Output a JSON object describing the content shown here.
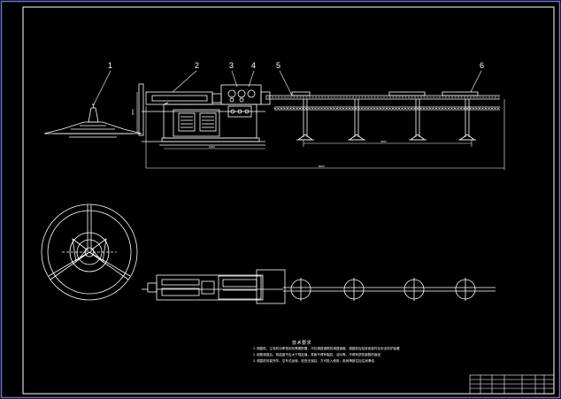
{
  "drawing": {
    "callouts": [
      "1",
      "2",
      "3",
      "4",
      "5",
      "6"
    ],
    "notes": {
      "title": "技术要求",
      "lines": [
        "1. 调直机，主电机功率按实际需要配置，冷拉调直钢筋的调直速度，调直前应检查各部件及安全防护装置",
        "2. 钢筋调直后，弯曲度不应大于规定值，表面不得有裂纹、油污等，不得有损伤钢筋的痕迹",
        "3. 调直机安装完毕，空车试运转，检查无误后，方可投入使用，各润滑部位加注润滑油"
      ]
    },
    "dimensions": [
      "1000",
      "3000",
      "8000",
      "9000"
    ],
    "colors": {
      "background": "#000000",
      "line": "#ffffff",
      "frame": "#6a6aff"
    }
  }
}
